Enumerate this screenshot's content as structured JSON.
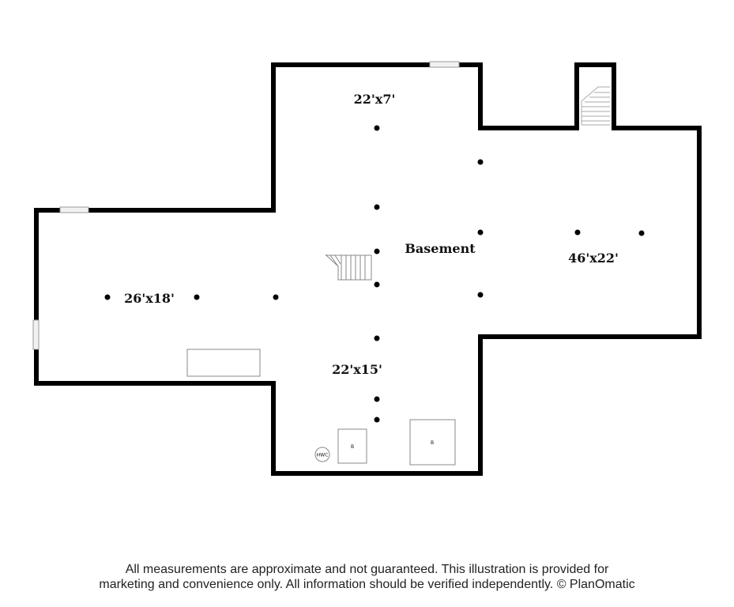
{
  "rooms": {
    "top": "22'x7'",
    "main": "Basement",
    "right": "46'x22'",
    "left": "26'x18'",
    "bottom": "22'x15'"
  },
  "fixtures": {
    "water_heater": "HWC",
    "box_small": "B",
    "box_large": "B"
  },
  "colors": {
    "wall": "#000000",
    "fixture_stroke": "#888888",
    "window_fill": "#f2f2f2"
  },
  "disclaimer": {
    "line1": "All measurements are approximate and not guaranteed. This illustration is provided for",
    "line2": "marketing and convenience only. All information should be verified independently. © PlanOmatic"
  }
}
